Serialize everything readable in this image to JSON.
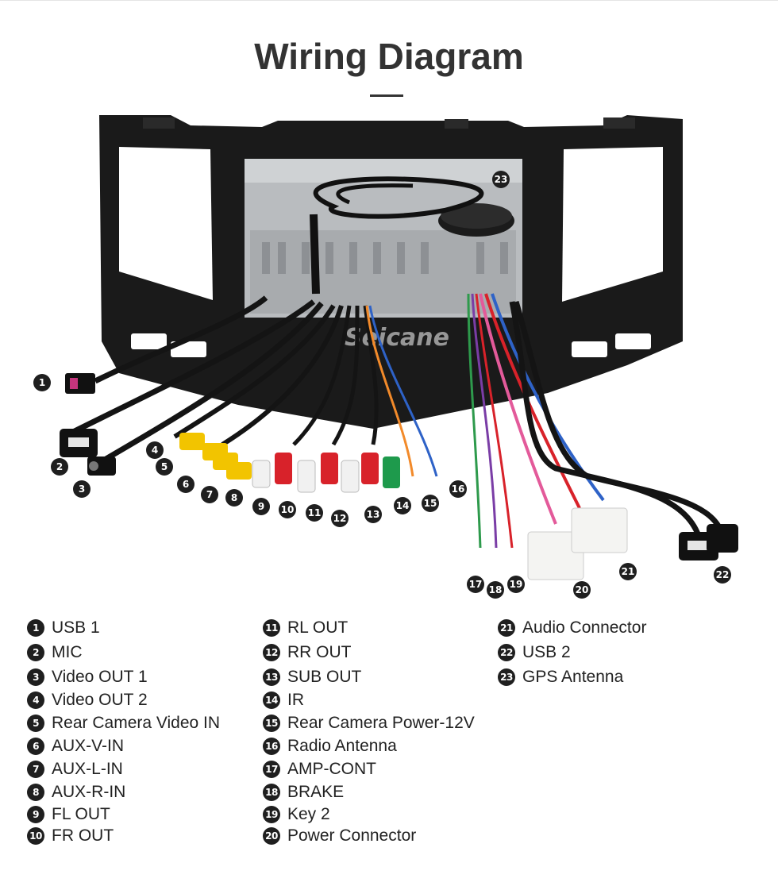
{
  "title": "Wiring Diagram",
  "watermark": "Seicane",
  "legend": [
    {
      "num": "1",
      "label": "USB 1"
    },
    {
      "num": "2",
      "label": "MIC"
    },
    {
      "num": "3",
      "label": "Video OUT 1"
    },
    {
      "num": "4",
      "label": "Video OUT 2"
    },
    {
      "num": "5",
      "label": "Rear Camera Video IN"
    },
    {
      "num": "6",
      "label": "AUX-V-IN"
    },
    {
      "num": "7",
      "label": "AUX-L-IN"
    },
    {
      "num": "8",
      "label": "AUX-R-IN"
    },
    {
      "num": "9",
      "label": "FL OUT"
    },
    {
      "num": "10",
      "label": "FR OUT"
    },
    {
      "num": "11",
      "label": "RL OUT"
    },
    {
      "num": "12",
      "label": "RR OUT"
    },
    {
      "num": "13",
      "label": "SUB OUT"
    },
    {
      "num": "14",
      "label": "IR"
    },
    {
      "num": "15",
      "label": "Rear Camera Power-12V"
    },
    {
      "num": "16",
      "label": "Radio Antenna"
    },
    {
      "num": "17",
      "label": "AMP-CONT"
    },
    {
      "num": "18",
      "label": "BRAKE"
    },
    {
      "num": "19",
      "label": "Key 2"
    },
    {
      "num": "20",
      "label": "Power Connector"
    },
    {
      "num": "21",
      "label": "Audio Connector"
    },
    {
      "num": "22",
      "label": "USB 2"
    },
    {
      "num": "23",
      "label": "GPS Antenna"
    }
  ],
  "colors": {
    "frame": "#1a1a1a",
    "unit": "#b9bcbf",
    "cable": "#141414",
    "rca_yellow": "#f2c400",
    "rca_white": "#f1f1f1",
    "rca_red": "#d8222a",
    "rca_green": "#1e9a4c",
    "wire_orange": "#f28a2a",
    "wire_blue": "#2e62c7",
    "connector_white": "#f4f4f2"
  }
}
